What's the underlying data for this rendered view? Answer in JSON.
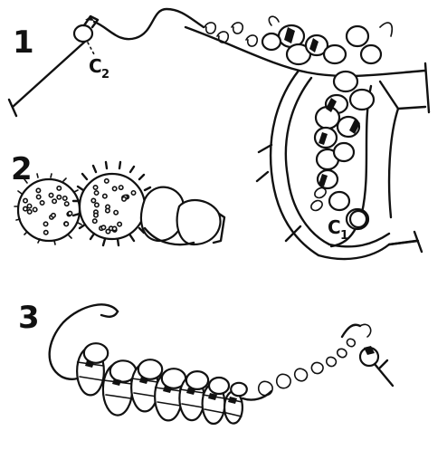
{
  "figures": [
    {
      "number": "1"
    },
    {
      "number": "2"
    },
    {
      "number": "3"
    }
  ],
  "labels": {
    "c2_letter": "C",
    "c2_sub": "2",
    "c1_letter": "C",
    "c1_sub": "1"
  }
}
